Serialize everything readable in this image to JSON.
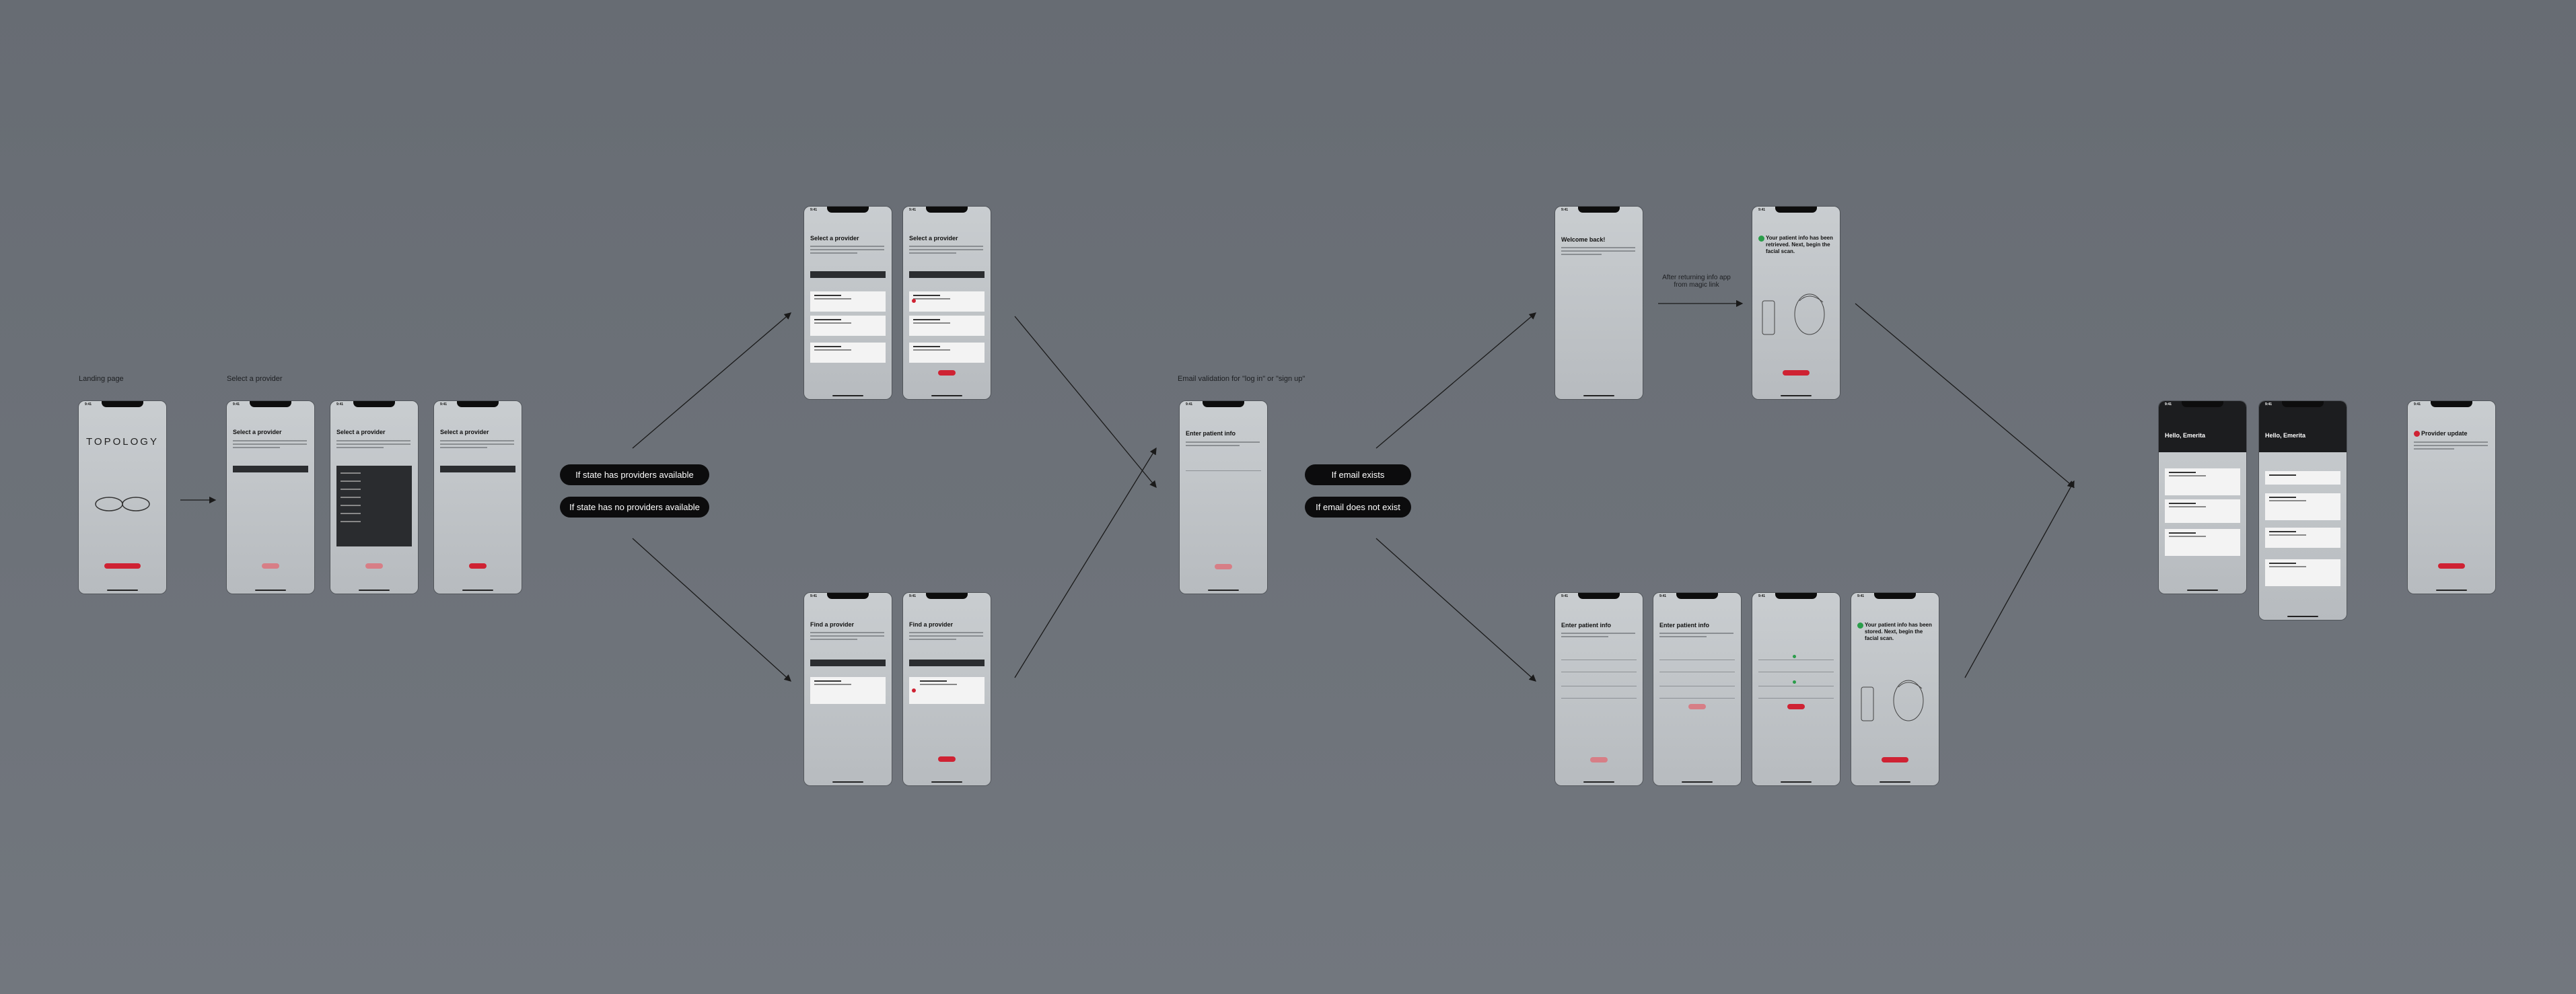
{
  "labels": {
    "landing": "Landing page",
    "select": "Select a provider",
    "email_validation": "Email validation for \"log in\" or \"sign up\"",
    "after_return": "After returning info app from magic link"
  },
  "pills": {
    "has_providers": "If state has providers available",
    "no_providers": "If state has no providers available",
    "email_exists": "If email exists",
    "email_not_exists": "If email does not exist"
  },
  "screens": {
    "time": "9:41",
    "logo": "TOPOLOGY",
    "select_provider": "Select a provider",
    "find_provider": "Find a provider",
    "enter_patient": "Enter patient info",
    "welcome_back": "Welcome back!",
    "info_retrieved": "Your patient info has been retrieved. Next, begin the facial scan.",
    "info_stored": "Your patient info has been stored. Next, begin the facial scan.",
    "hello": "Hello, Emerita",
    "provider_update": "Provider update"
  },
  "colors": {
    "accent": "#cf2233",
    "bg": "#6b7077",
    "pill": "#0c0c0d"
  }
}
